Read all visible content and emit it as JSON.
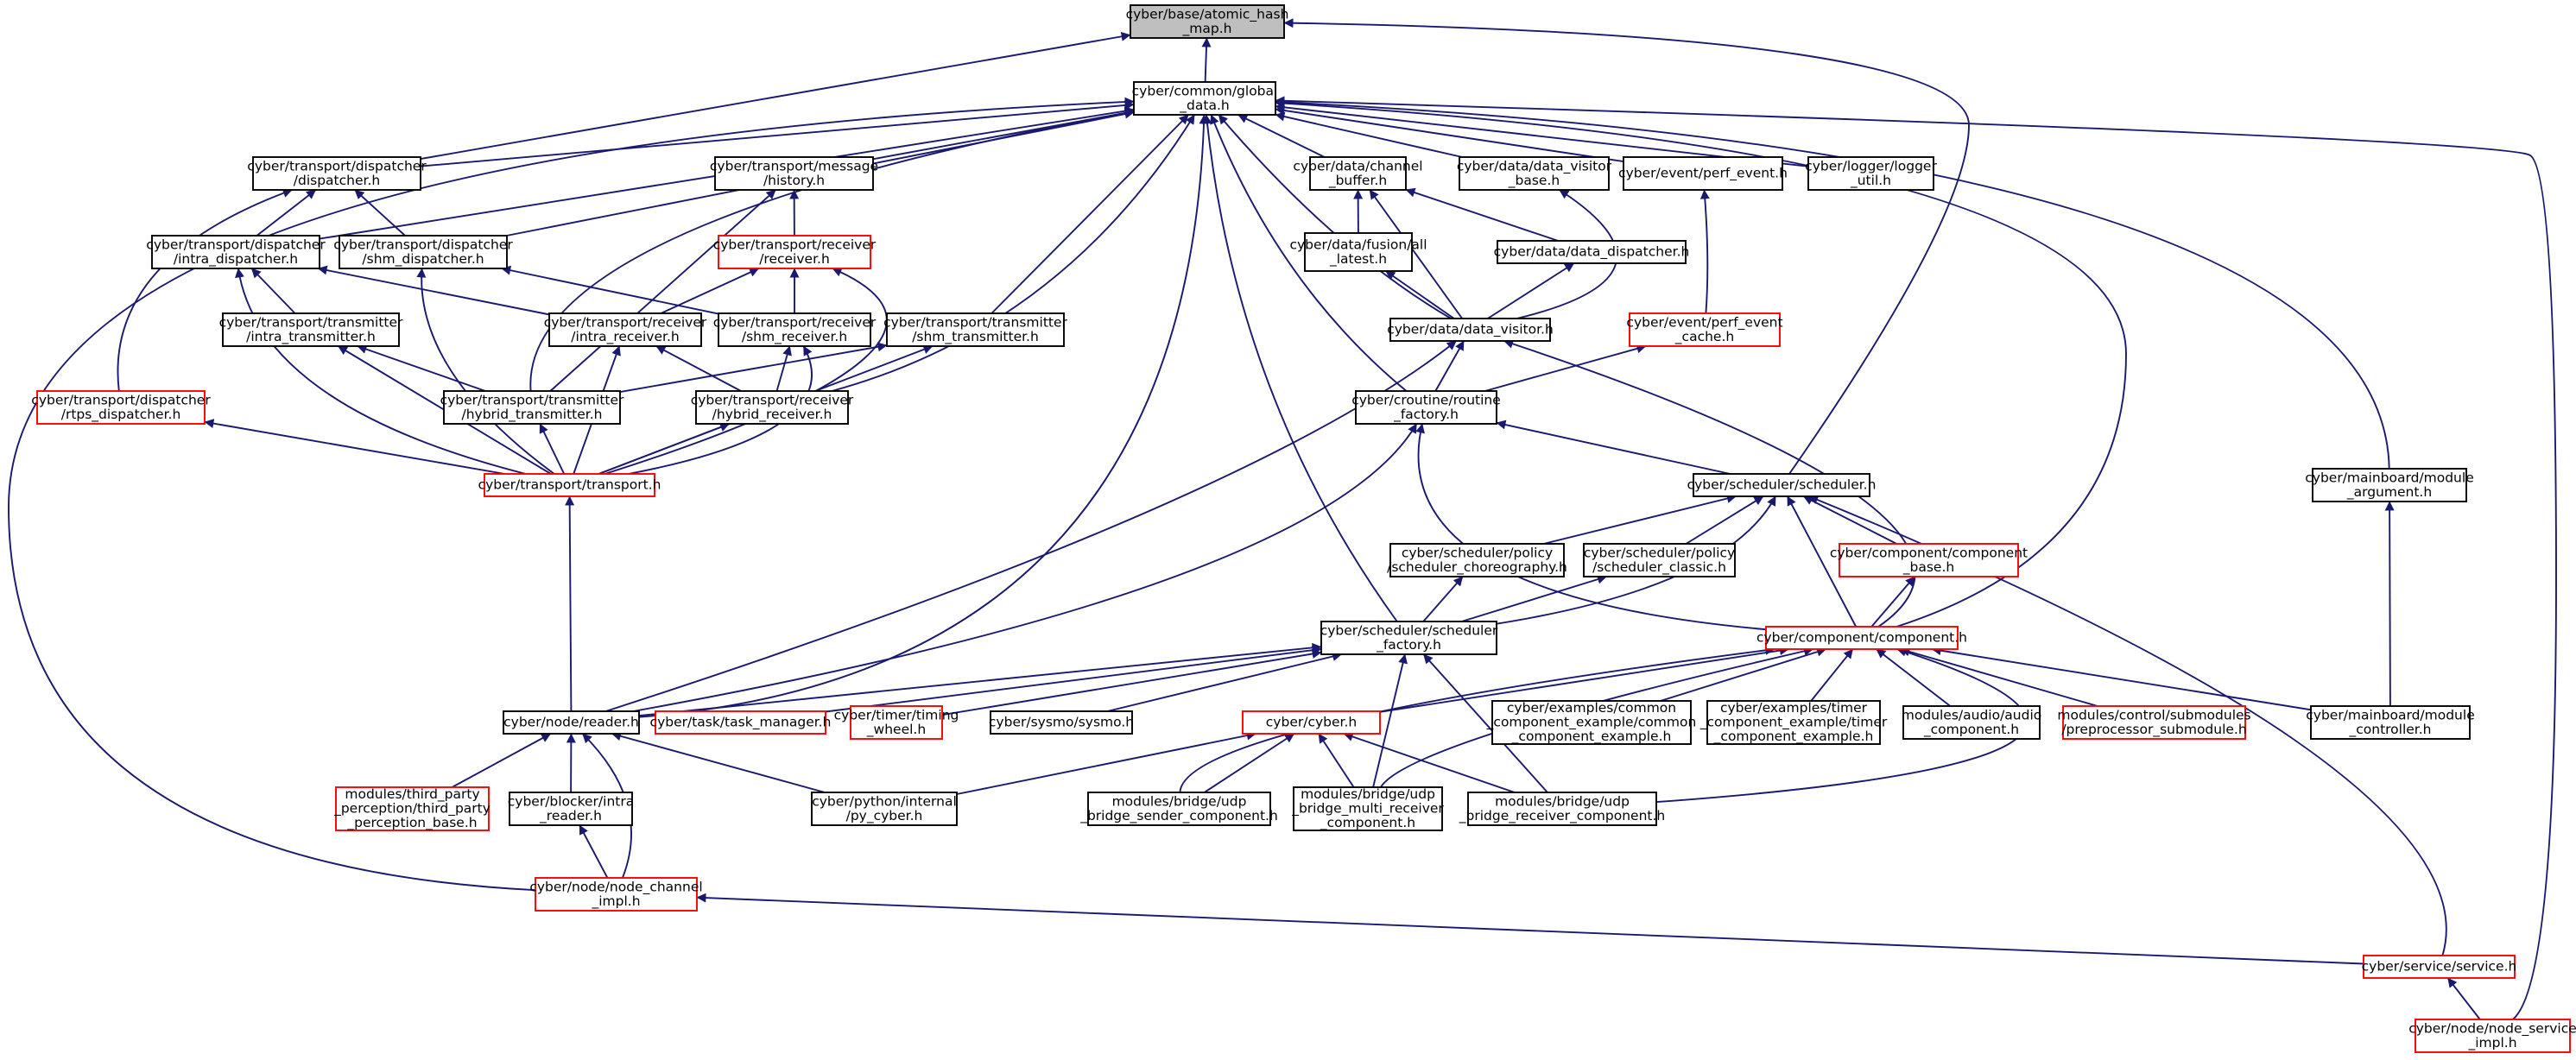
{
  "colors": {
    "edge": "#191970",
    "root_fill": "#bfbfbf",
    "node_fill": "#ffffff",
    "border_black": "#000000",
    "border_red": "#ff0000"
  },
  "nodes": [
    {
      "id": "atomic_hash_map",
      "lines": [
        "cyber/base/atomic_hash",
        "_map.h"
      ],
      "border": "black",
      "root": true
    },
    {
      "id": "global_data",
      "lines": [
        "cyber/common/global",
        "_data.h"
      ],
      "border": "black"
    },
    {
      "id": "dispatcher",
      "lines": [
        "cyber/transport/dispatcher",
        "/dispatcher.h"
      ],
      "border": "black"
    },
    {
      "id": "message_history",
      "lines": [
        "cyber/transport/message",
        "/history.h"
      ],
      "border": "black"
    },
    {
      "id": "channel_buffer",
      "lines": [
        "cyber/data/channel",
        "_buffer.h"
      ],
      "border": "black"
    },
    {
      "id": "data_visitor_base",
      "lines": [
        "cyber/data/data_visitor",
        "_base.h"
      ],
      "border": "black"
    },
    {
      "id": "perf_event",
      "lines": [
        "cyber/event/perf_event.h"
      ],
      "border": "black"
    },
    {
      "id": "logger_util",
      "lines": [
        "cyber/logger/logger",
        "_util.h"
      ],
      "border": "black"
    },
    {
      "id": "intra_dispatcher",
      "lines": [
        "cyber/transport/dispatcher",
        "/intra_dispatcher.h"
      ],
      "border": "black"
    },
    {
      "id": "shm_dispatcher",
      "lines": [
        "cyber/transport/dispatcher",
        "/shm_dispatcher.h"
      ],
      "border": "black"
    },
    {
      "id": "receiver",
      "lines": [
        "cyber/transport/receiver",
        "/receiver.h"
      ],
      "border": "red"
    },
    {
      "id": "all_latest",
      "lines": [
        "cyber/data/fusion/all",
        "_latest.h"
      ],
      "border": "black"
    },
    {
      "id": "data_dispatcher",
      "lines": [
        "cyber/data/data_dispatcher.h"
      ],
      "border": "black"
    },
    {
      "id": "intra_transmitter",
      "lines": [
        "cyber/transport/transmitter",
        "/intra_transmitter.h"
      ],
      "border": "black"
    },
    {
      "id": "intra_receiver",
      "lines": [
        "cyber/transport/receiver",
        "/intra_receiver.h"
      ],
      "border": "black"
    },
    {
      "id": "shm_receiver",
      "lines": [
        "cyber/transport/receiver",
        "/shm_receiver.h"
      ],
      "border": "black"
    },
    {
      "id": "shm_transmitter",
      "lines": [
        "cyber/transport/transmitter",
        "/shm_transmitter.h"
      ],
      "border": "black"
    },
    {
      "id": "data_visitor",
      "lines": [
        "cyber/data/data_visitor.h"
      ],
      "border": "black"
    },
    {
      "id": "perf_event_cache",
      "lines": [
        "cyber/event/perf_event",
        "_cache.h"
      ],
      "border": "red"
    },
    {
      "id": "rtps_dispatcher",
      "lines": [
        "cyber/transport/dispatcher",
        "/rtps_dispatcher.h"
      ],
      "border": "red"
    },
    {
      "id": "hybrid_transmitter",
      "lines": [
        "cyber/transport/transmitter",
        "/hybrid_transmitter.h"
      ],
      "border": "black"
    },
    {
      "id": "hybrid_receiver",
      "lines": [
        "cyber/transport/receiver",
        "/hybrid_receiver.h"
      ],
      "border": "black"
    },
    {
      "id": "routine_factory",
      "lines": [
        "cyber/croutine/routine",
        "_factory.h"
      ],
      "border": "black"
    },
    {
      "id": "transport",
      "lines": [
        "cyber/transport/transport.h"
      ],
      "border": "red"
    },
    {
      "id": "scheduler",
      "lines": [
        "cyber/scheduler/scheduler.h"
      ],
      "border": "black"
    },
    {
      "id": "module_argument",
      "lines": [
        "cyber/mainboard/module",
        "_argument.h"
      ],
      "border": "black"
    },
    {
      "id": "scheduler_choreography",
      "lines": [
        "cyber/scheduler/policy",
        "/scheduler_choreography.h"
      ],
      "border": "black"
    },
    {
      "id": "scheduler_classic",
      "lines": [
        "cyber/scheduler/policy",
        "/scheduler_classic.h"
      ],
      "border": "black"
    },
    {
      "id": "component_base",
      "lines": [
        "cyber/component/component",
        "_base.h"
      ],
      "border": "red"
    },
    {
      "id": "scheduler_factory",
      "lines": [
        "cyber/scheduler/scheduler",
        "_factory.h"
      ],
      "border": "black"
    },
    {
      "id": "component",
      "lines": [
        "cyber/component/component.h"
      ],
      "border": "red"
    },
    {
      "id": "reader",
      "lines": [
        "cyber/node/reader.h"
      ],
      "border": "black"
    },
    {
      "id": "task_manager",
      "lines": [
        "cyber/task/task_manager.h"
      ],
      "border": "red"
    },
    {
      "id": "timing_wheel",
      "lines": [
        "cyber/timer/timing",
        "_wheel.h"
      ],
      "border": "red"
    },
    {
      "id": "sysmo",
      "lines": [
        "cyber/sysmo/sysmo.h"
      ],
      "border": "black"
    },
    {
      "id": "cyber_h",
      "lines": [
        "cyber/cyber.h"
      ],
      "border": "red"
    },
    {
      "id": "common_component_example",
      "lines": [
        "cyber/examples/common",
        "_component_example/common",
        "_component_example.h"
      ],
      "border": "black"
    },
    {
      "id": "timer_component_example",
      "lines": [
        "cyber/examples/timer",
        "_component_example/timer",
        "_component_example.h"
      ],
      "border": "black"
    },
    {
      "id": "audio_component",
      "lines": [
        "modules/audio/audio",
        "_component.h"
      ],
      "border": "black"
    },
    {
      "id": "preprocessor_submodule",
      "lines": [
        "modules/control/submodules",
        "/preprocessor_submodule.h"
      ],
      "border": "red"
    },
    {
      "id": "module_controller",
      "lines": [
        "cyber/mainboard/module",
        "_controller.h"
      ],
      "border": "black"
    },
    {
      "id": "third_party_perception",
      "lines": [
        "modules/third_party",
        "_perception/third_party",
        "_perception_base.h"
      ],
      "border": "red"
    },
    {
      "id": "intra_reader",
      "lines": [
        "cyber/blocker/intra",
        "_reader.h"
      ],
      "border": "black"
    },
    {
      "id": "py_cyber",
      "lines": [
        "cyber/python/internal",
        "/py_cyber.h"
      ],
      "border": "black"
    },
    {
      "id": "udp_bridge_sender",
      "lines": [
        "modules/bridge/udp",
        "_bridge_sender_component.h"
      ],
      "border": "black"
    },
    {
      "id": "udp_bridge_multi_receiver",
      "lines": [
        "modules/bridge/udp",
        "_bridge_multi_receiver",
        "_component.h"
      ],
      "border": "black"
    },
    {
      "id": "udp_bridge_receiver",
      "lines": [
        "modules/bridge/udp",
        "_bridge_receiver_component.h"
      ],
      "border": "black"
    },
    {
      "id": "node_channel_impl",
      "lines": [
        "cyber/node/node_channel",
        "_impl.h"
      ],
      "border": "red"
    },
    {
      "id": "service",
      "lines": [
        "cyber/service/service.h"
      ],
      "border": "red"
    },
    {
      "id": "node_service_impl",
      "lines": [
        "cyber/node/node_service",
        "_impl.h"
      ],
      "border": "red"
    }
  ],
  "edges": [
    [
      "global_data",
      "atomic_hash_map"
    ],
    [
      "dispatcher",
      "atomic_hash_map"
    ],
    [
      "scheduler",
      "atomic_hash_map"
    ],
    [
      "dispatcher",
      "global_data"
    ],
    [
      "message_history",
      "global_data"
    ],
    [
      "channel_buffer",
      "global_data"
    ],
    [
      "data_visitor_base",
      "global_data"
    ],
    [
      "perf_event",
      "global_data"
    ],
    [
      "logger_util",
      "global_data"
    ],
    [
      "intra_dispatcher",
      "global_data"
    ],
    [
      "shm_dispatcher",
      "global_data"
    ],
    [
      "shm_transmitter",
      "global_data"
    ],
    [
      "data_visitor",
      "global_data"
    ],
    [
      "hybrid_transmitter",
      "global_data"
    ],
    [
      "hybrid_receiver",
      "global_data"
    ],
    [
      "routine_factory",
      "global_data"
    ],
    [
      "module_argument",
      "global_data"
    ],
    [
      "scheduler_factory",
      "global_data"
    ],
    [
      "component",
      "global_data"
    ],
    [
      "reader",
      "global_data"
    ],
    [
      "node_channel_impl",
      "global_data"
    ],
    [
      "node_service_impl",
      "global_data"
    ],
    [
      "intra_dispatcher",
      "dispatcher"
    ],
    [
      "shm_dispatcher",
      "dispatcher"
    ],
    [
      "rtps_dispatcher",
      "dispatcher"
    ],
    [
      "receiver",
      "message_history"
    ],
    [
      "hybrid_transmitter",
      "message_history"
    ],
    [
      "all_latest",
      "channel_buffer"
    ],
    [
      "data_dispatcher",
      "channel_buffer"
    ],
    [
      "data_visitor",
      "channel_buffer"
    ],
    [
      "data_visitor",
      "data_visitor_base"
    ],
    [
      "perf_event_cache",
      "perf_event"
    ],
    [
      "intra_transmitter",
      "intra_dispatcher"
    ],
    [
      "intra_receiver",
      "intra_dispatcher"
    ],
    [
      "transport",
      "intra_dispatcher"
    ],
    [
      "shm_receiver",
      "shm_dispatcher"
    ],
    [
      "transport",
      "shm_dispatcher"
    ],
    [
      "intra_receiver",
      "receiver"
    ],
    [
      "shm_receiver",
      "receiver"
    ],
    [
      "transport",
      "receiver"
    ],
    [
      "data_visitor",
      "all_latest"
    ],
    [
      "data_visitor",
      "data_dispatcher"
    ],
    [
      "hybrid_transmitter",
      "intra_transmitter"
    ],
    [
      "transport",
      "intra_transmitter"
    ],
    [
      "hybrid_receiver",
      "intra_receiver"
    ],
    [
      "transport",
      "intra_receiver"
    ],
    [
      "hybrid_receiver",
      "shm_receiver"
    ],
    [
      "transport",
      "shm_receiver"
    ],
    [
      "hybrid_transmitter",
      "shm_transmitter"
    ],
    [
      "transport",
      "shm_transmitter"
    ],
    [
      "routine_factory",
      "data_visitor"
    ],
    [
      "reader",
      "data_visitor"
    ],
    [
      "component",
      "data_visitor"
    ],
    [
      "routine_factory",
      "perf_event_cache"
    ],
    [
      "transport",
      "rtps_dispatcher"
    ],
    [
      "transport",
      "hybrid_transmitter"
    ],
    [
      "transport",
      "hybrid_receiver"
    ],
    [
      "scheduler",
      "routine_factory"
    ],
    [
      "reader",
      "routine_factory"
    ],
    [
      "component",
      "routine_factory"
    ],
    [
      "reader",
      "transport"
    ],
    [
      "scheduler_choreography",
      "scheduler"
    ],
    [
      "scheduler_classic",
      "scheduler"
    ],
    [
      "component_base",
      "scheduler"
    ],
    [
      "scheduler_factory",
      "scheduler"
    ],
    [
      "component",
      "scheduler"
    ],
    [
      "service",
      "scheduler"
    ],
    [
      "module_controller",
      "module_argument"
    ],
    [
      "scheduler_factory",
      "scheduler_choreography"
    ],
    [
      "scheduler_factory",
      "scheduler_classic"
    ],
    [
      "component",
      "component_base"
    ],
    [
      "reader",
      "scheduler_factory"
    ],
    [
      "task_manager",
      "scheduler_factory"
    ],
    [
      "timing_wheel",
      "scheduler_factory"
    ],
    [
      "sysmo",
      "scheduler_factory"
    ],
    [
      "udp_bridge_multi_receiver",
      "scheduler_factory"
    ],
    [
      "udp_bridge_receiver",
      "scheduler_factory"
    ],
    [
      "cyber_h",
      "component"
    ],
    [
      "common_component_example",
      "component"
    ],
    [
      "timer_component_example",
      "component"
    ],
    [
      "audio_component",
      "component"
    ],
    [
      "preprocessor_submodule",
      "component"
    ],
    [
      "module_controller",
      "component"
    ],
    [
      "udp_bridge_sender",
      "component"
    ],
    [
      "udp_bridge_multi_receiver",
      "component"
    ],
    [
      "udp_bridge_receiver",
      "component"
    ],
    [
      "third_party_perception",
      "reader"
    ],
    [
      "intra_reader",
      "reader"
    ],
    [
      "py_cyber",
      "reader"
    ],
    [
      "node_channel_impl",
      "reader"
    ],
    [
      "py_cyber",
      "cyber_h"
    ],
    [
      "udp_bridge_sender",
      "cyber_h"
    ],
    [
      "udp_bridge_multi_receiver",
      "cyber_h"
    ],
    [
      "udp_bridge_receiver",
      "cyber_h"
    ],
    [
      "node_channel_impl",
      "intra_reader"
    ],
    [
      "service",
      "node_channel_impl"
    ],
    [
      "node_service_impl",
      "service"
    ]
  ]
}
